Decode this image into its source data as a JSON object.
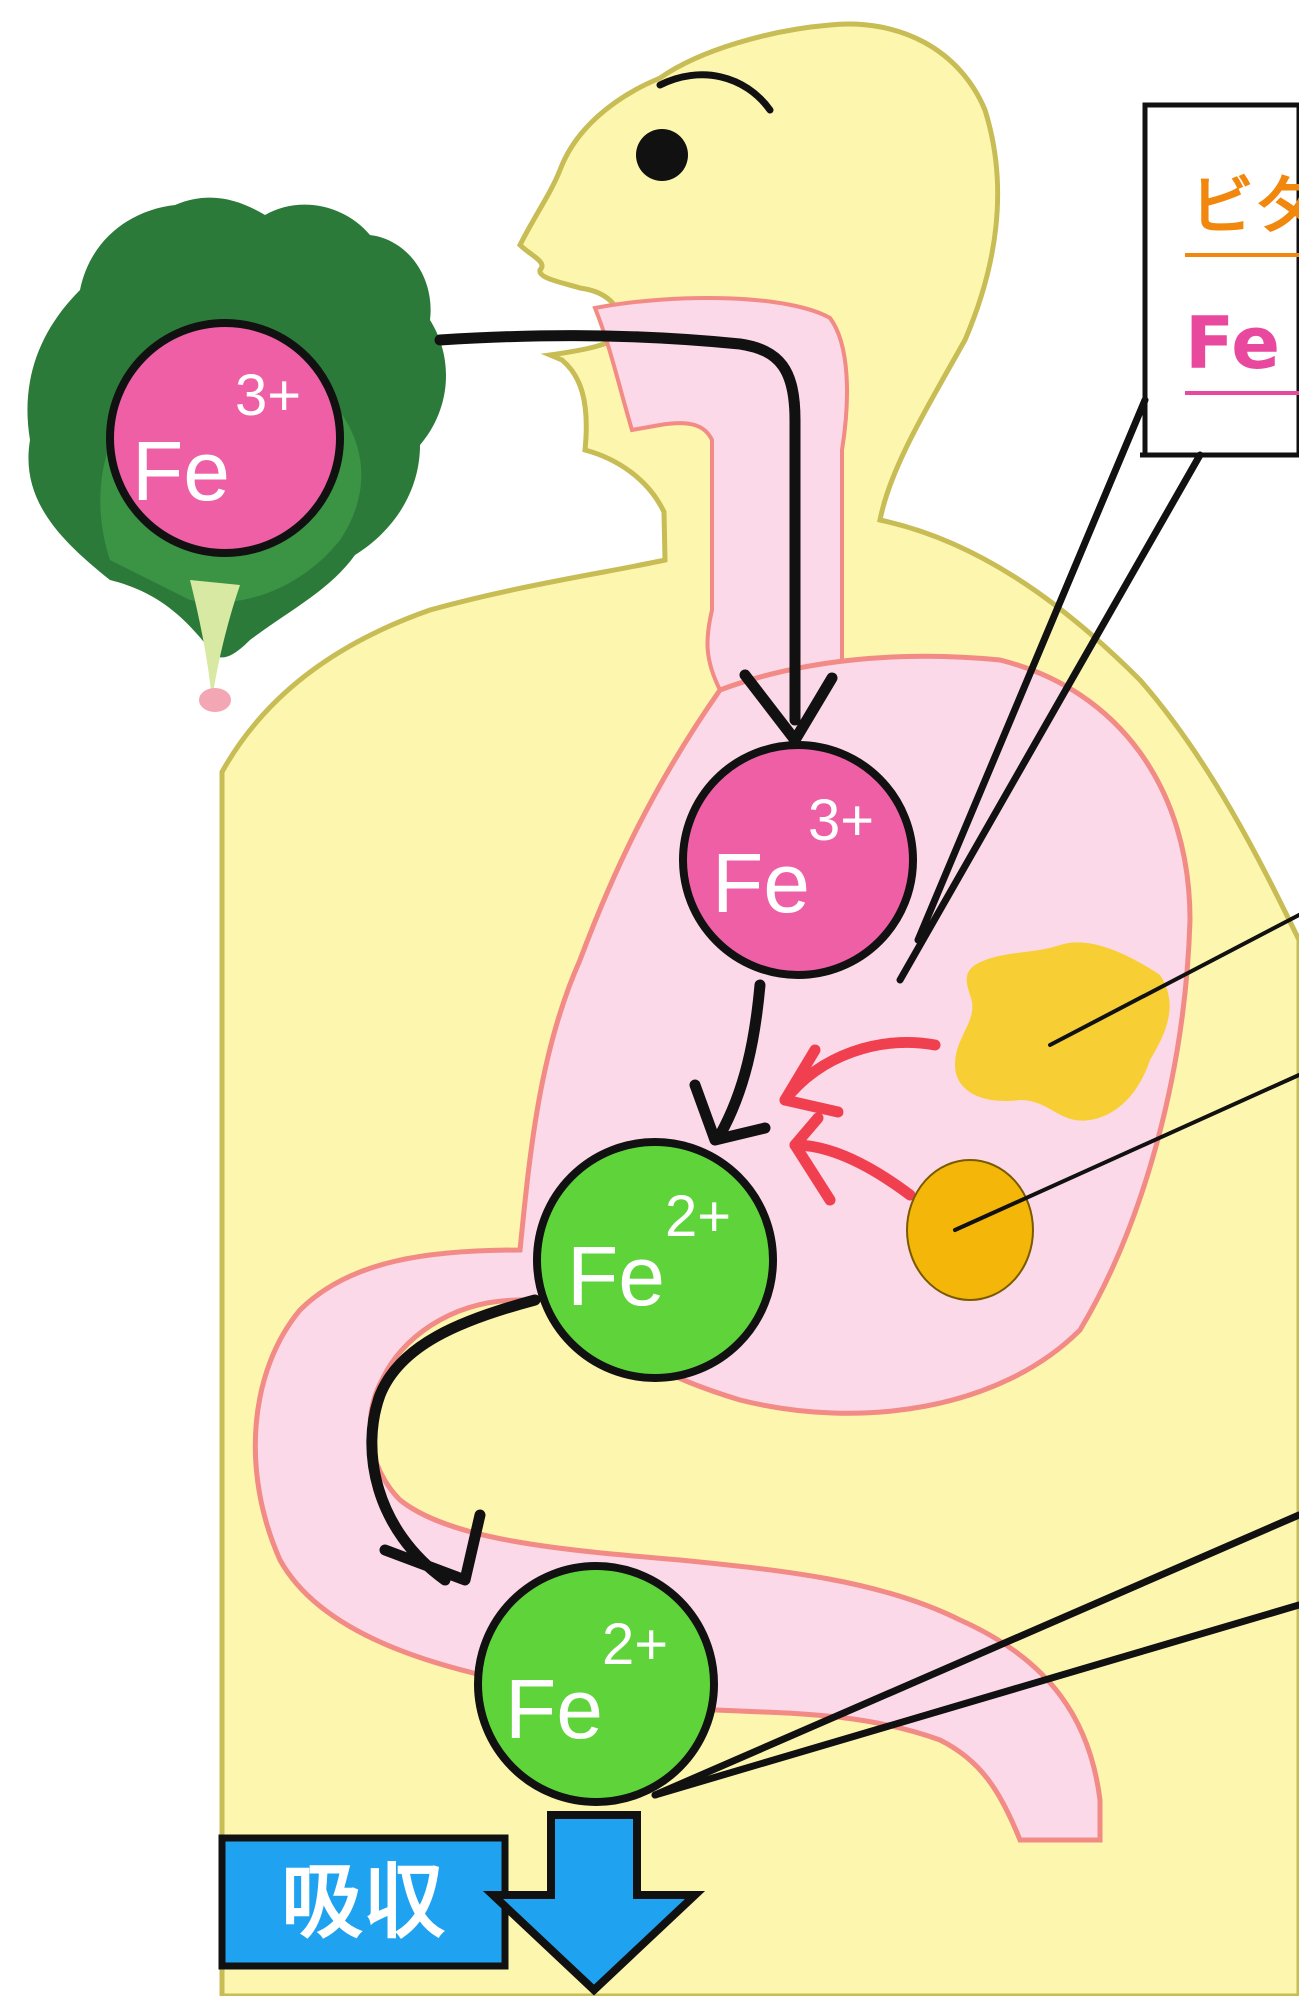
{
  "ions": {
    "leaf_ion": {
      "base": "Fe",
      "charge": "3+"
    },
    "stomach_ion": {
      "base": "Fe",
      "charge": "3+"
    },
    "reduced_ion": {
      "base": "Fe",
      "charge": "2+"
    },
    "intestine_ion": {
      "base": "Fe",
      "charge": "2+"
    }
  },
  "absorption_label": "吸収",
  "callout": {
    "line1": "ビタ",
    "line2": "Fe"
  },
  "colors": {
    "body": "#FDF6AE",
    "body_outline": "#C8BC55",
    "tract": "#FBD9E8",
    "tract_outline": "#F28A86",
    "fe3": "#EE5FA5",
    "fe2": "#5FD43A",
    "absorb_box": "#1FA3F0",
    "callout_orange": "#F2870E",
    "callout_pink": "#E8489E",
    "reducer_blob": "#F7CF35",
    "reducer_circle": "#F3B609",
    "red_arrow": "#F0404F"
  }
}
